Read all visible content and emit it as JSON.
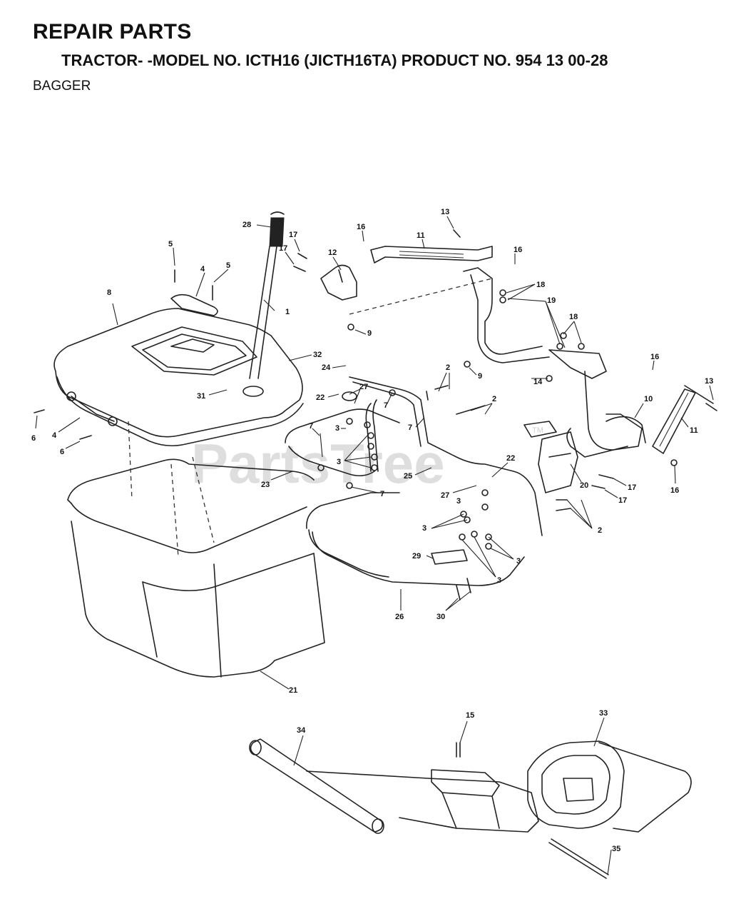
{
  "header": {
    "title": "REPAIR PARTS",
    "subtitle": "TRACTOR- -MODEL NO. ICTH16 (JICTH16TA) PRODUCT NO. 954 13 00-28",
    "section": "BAGGER"
  },
  "watermark": {
    "text": "PartsTree",
    "tm": "TM"
  },
  "callouts": [
    "1",
    "2",
    "3",
    "4",
    "5",
    "6",
    "7",
    "8",
    "9",
    "10",
    "11",
    "12",
    "13",
    "14",
    "15",
    "16",
    "17",
    "18",
    "19",
    "20",
    "21",
    "22",
    "23",
    "24",
    "25",
    "26",
    "27",
    "28",
    "29",
    "30",
    "31",
    "32",
    "33",
    "34",
    "35"
  ]
}
